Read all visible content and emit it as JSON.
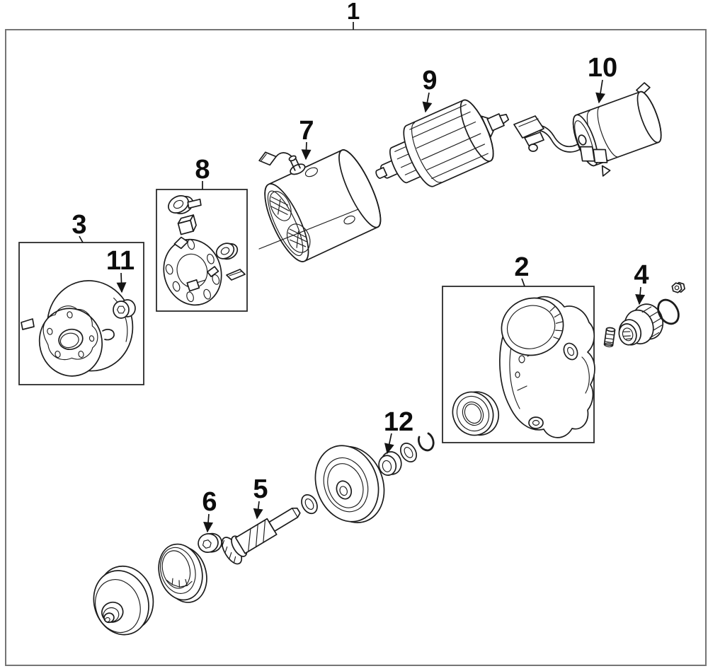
{
  "diagram": {
    "background": "#ffffff",
    "line_color": "#1c1c1c",
    "frame_color": "#757575",
    "callouts": {
      "c1": "1",
      "c2": "2",
      "c3": "3",
      "c4": "4",
      "c5": "5",
      "c6": "6",
      "c7": "7",
      "c8": "8",
      "c9": "9",
      "c10": "10",
      "c11": "11",
      "c12": "12"
    }
  }
}
